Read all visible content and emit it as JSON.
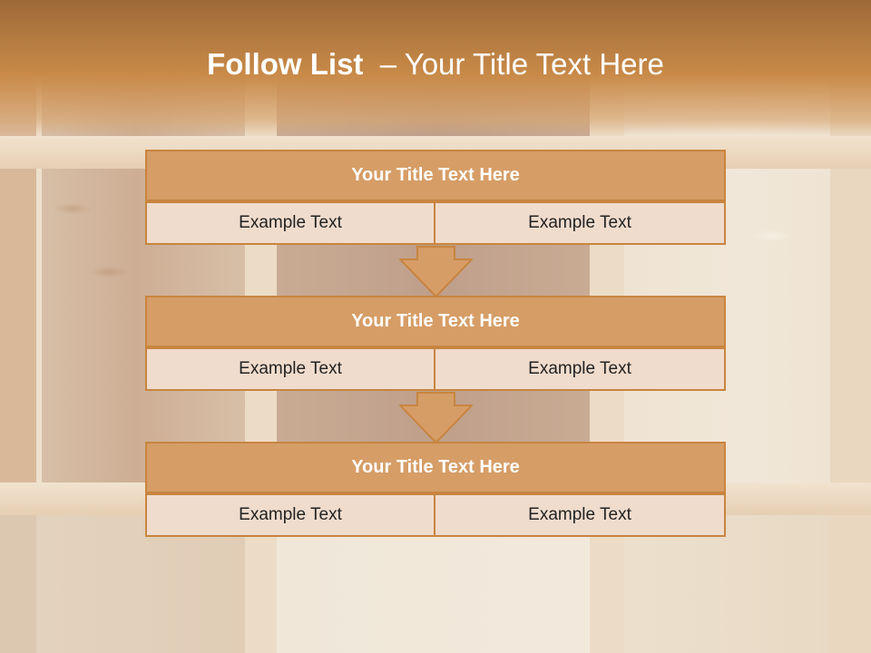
{
  "slide": {
    "title_bold": "Follow List",
    "title_rest": "– Your Title Text Here"
  },
  "blocks": [
    {
      "title": "Your Title Text Here",
      "left": "Example Text",
      "right": "Example Text"
    },
    {
      "title": "Your Title Text Here",
      "left": "Example Text",
      "right": "Example Text"
    },
    {
      "title": "Your Title Text Here",
      "left": "Example Text",
      "right": "Example Text"
    }
  ],
  "colors": {
    "header": "#c98a48",
    "block_title_fill": "#d69d66",
    "block_border": "#c88540",
    "cell_fill": "#f0dccd",
    "arrow_fill": "#d69d66"
  }
}
